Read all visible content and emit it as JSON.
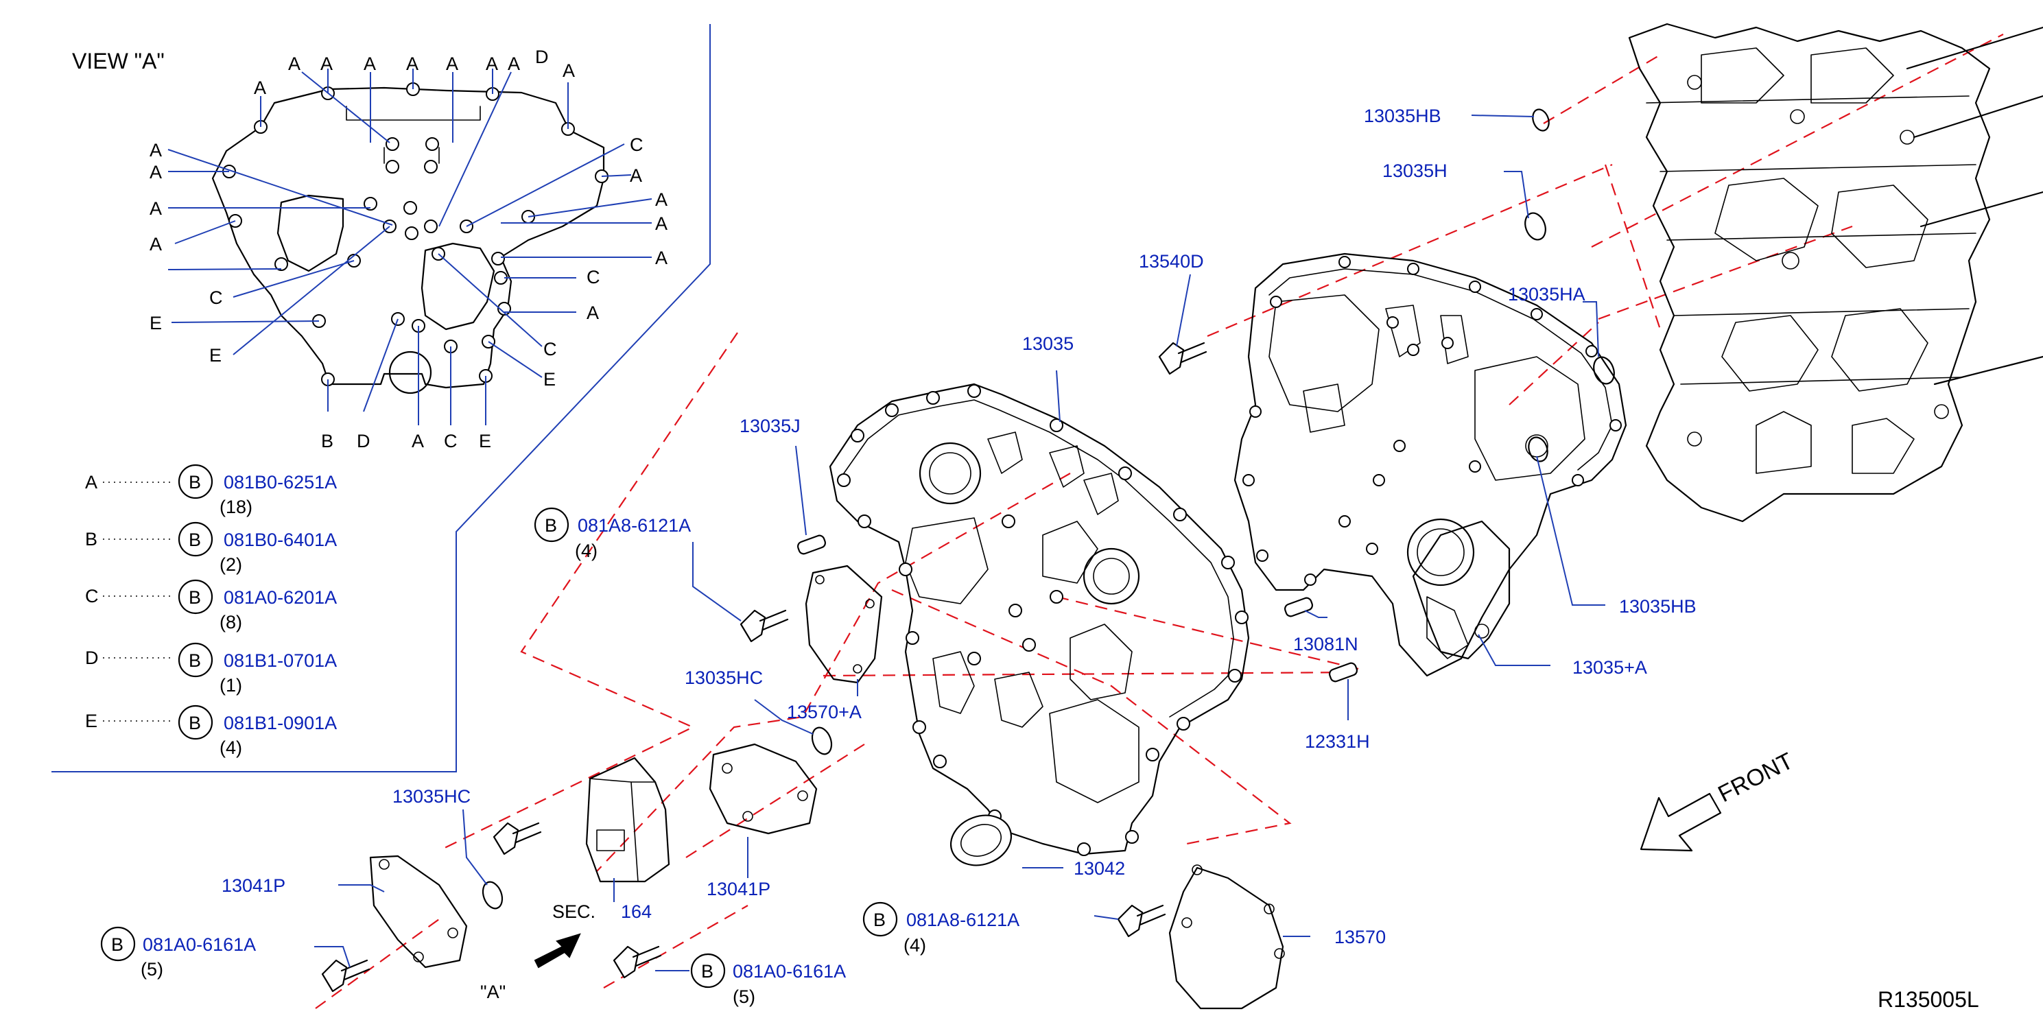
{
  "view_title": "VIEW  \"A\"",
  "view_letters": {
    "top": [
      "A",
      "A",
      "A",
      "A",
      "A",
      "A",
      "A",
      "D",
      "A"
    ],
    "left": [
      "A",
      "A",
      "A",
      "A",
      "A",
      "C",
      "E",
      "E"
    ],
    "right": [
      "C",
      "A",
      "A",
      "A",
      "A",
      "C",
      "A",
      "C",
      "E"
    ],
    "bottom": [
      "B",
      "D",
      "A",
      "C",
      "E"
    ]
  },
  "legend": [
    {
      "letter": "A",
      "badge": "B",
      "part": "081B0-6251A",
      "qty": "(18)"
    },
    {
      "letter": "B",
      "badge": "B",
      "part": "081B0-6401A",
      "qty": "(2)"
    },
    {
      "letter": "C",
      "badge": "B",
      "part": "081A0-6201A",
      "qty": "(8)"
    },
    {
      "letter": "D",
      "badge": "B",
      "part": "081B1-0701A",
      "qty": "(1)"
    },
    {
      "letter": "E",
      "badge": "B",
      "part": "081B1-0901A",
      "qty": "(4)"
    }
  ],
  "callouts": {
    "p13035HB_top": "13035HB",
    "p13035H": "13035H",
    "p13540D": "13540D",
    "p13035HA": "13035HA",
    "p13035": "13035",
    "p13035J": "13035J",
    "p13035HB_mid": "13035HB",
    "p13081N": "13081N",
    "p13035A": "13035+A",
    "p12331H": "12331H",
    "p13570A": "13570+A",
    "p13035HC_mid": "13035HC",
    "p13035HC_left": "13035HC",
    "p13041P_left": "13041P",
    "p13041P_mid": "13041P",
    "p13042": "13042",
    "p13570": "13570",
    "sec_label": "SEC.",
    "sec_num": "164",
    "view_a_marker": "\"A\"",
    "front": "FRONT",
    "diagram_id": "R135005L"
  },
  "bolt_callouts": [
    {
      "badge": "B",
      "part": "081A8-6121A",
      "qty": "(4)"
    },
    {
      "badge": "B",
      "part": "081A8-6121A",
      "qty": "(4)"
    },
    {
      "badge": "B",
      "part": "081A0-6161A",
      "qty": "(5)"
    },
    {
      "badge": "B",
      "part": "081A0-6161A",
      "qty": "(5)"
    }
  ],
  "colors": {
    "callout_text": "#0a22b8",
    "leader": "#1f3fb4",
    "phantom_line": "#e0131c",
    "ink": "#000000"
  }
}
